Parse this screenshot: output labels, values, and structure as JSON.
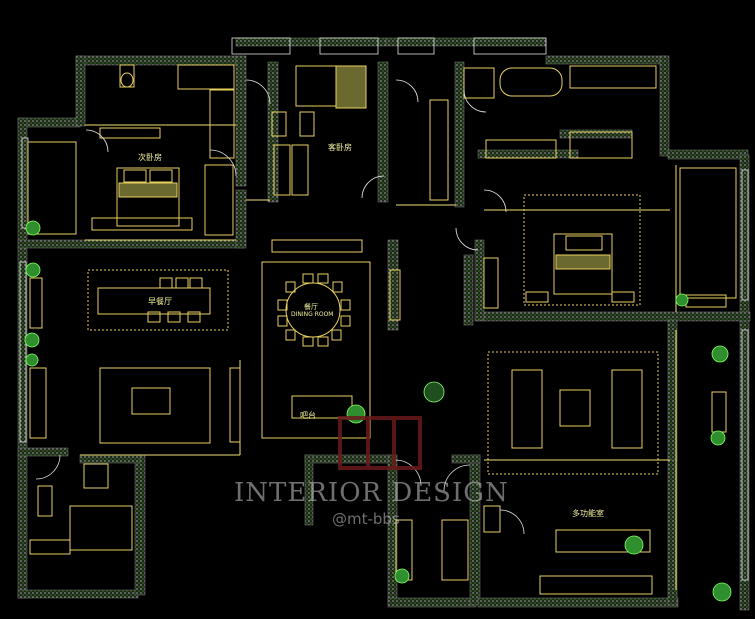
{
  "plan": {
    "rooms": [
      {
        "id": "guest-bedroom",
        "label": "次卧房"
      },
      {
        "id": "second-bedroom",
        "label": "客卧房"
      },
      {
        "id": "breakfast",
        "label": "早餐厅"
      },
      {
        "id": "dining-cn",
        "label": "餐厅"
      },
      {
        "id": "dining-en",
        "label": "DINING ROOM"
      },
      {
        "id": "bar",
        "label": "吧台"
      },
      {
        "id": "multi",
        "label": "多功能室"
      }
    ],
    "watermark": {
      "title": "INTERIOR DESIGN",
      "handle": "@mt-bbs"
    },
    "colors": {
      "wall": "#9a9a9a",
      "hatch": "#2d5a1a",
      "furniture": "#e8d060",
      "line": "#f0e070",
      "plant": "#3fbf3f",
      "accent": "#7a1a1a"
    }
  }
}
